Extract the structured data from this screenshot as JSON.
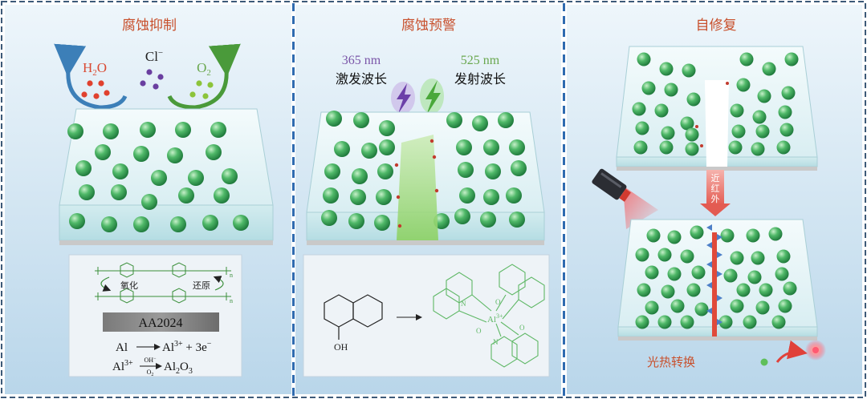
{
  "panels": [
    {
      "title": "腐蚀抑制"
    },
    {
      "title": "腐蚀预警"
    },
    {
      "title": "自修复"
    }
  ],
  "p1": {
    "species": {
      "h2o_base": "H",
      "h2o_sub": "2",
      "h2o_end": "O",
      "cl_base": "Cl",
      "cl_sup": "−",
      "o2_base": "O",
      "o2_sub": "2"
    },
    "redox": {
      "left": "氧化",
      "right": "还原",
      "n": "n"
    },
    "substrate": "AA2024",
    "eq1": {
      "left": "Al",
      "right_base": "Al",
      "right_sup": "3+",
      "right_tail": " + 3e",
      "right_tail_sup": "−"
    },
    "eq2": {
      "left_base": "Al",
      "left_sup": "3+",
      "arrow_top": "OH",
      "arrow_top_sup": "−",
      "arrow_bottom": "O",
      "arrow_bottom_sub": "2",
      "p1": "Al",
      "p1_sub": "2",
      "p2": "O",
      "p2_sub": "3"
    }
  },
  "p2": {
    "excite": {
      "nm": "365 nm",
      "label": "激发波长"
    },
    "emit": {
      "nm": "525 nm",
      "label": "发射波长"
    },
    "oh": "OH",
    "al_center": "Al",
    "al_sup": "3+",
    "o_label": "O",
    "n_label": "N"
  },
  "p3": {
    "nir": "近红外",
    "photothermal": "光热转换"
  },
  "colors": {
    "title": "#c8502c",
    "frame": "#3d5a78",
    "divider": "#2f6bb0",
    "panel_bg": "#d6e7f2",
    "sphere": "#3fa85a",
    "violet": "#7a55a8",
    "green_label": "#6aa84f",
    "crack_green": "#9fd67a",
    "ligand": "#5fb866",
    "laser": "#e04a3a",
    "nir_arrow": "#d95a5a"
  }
}
